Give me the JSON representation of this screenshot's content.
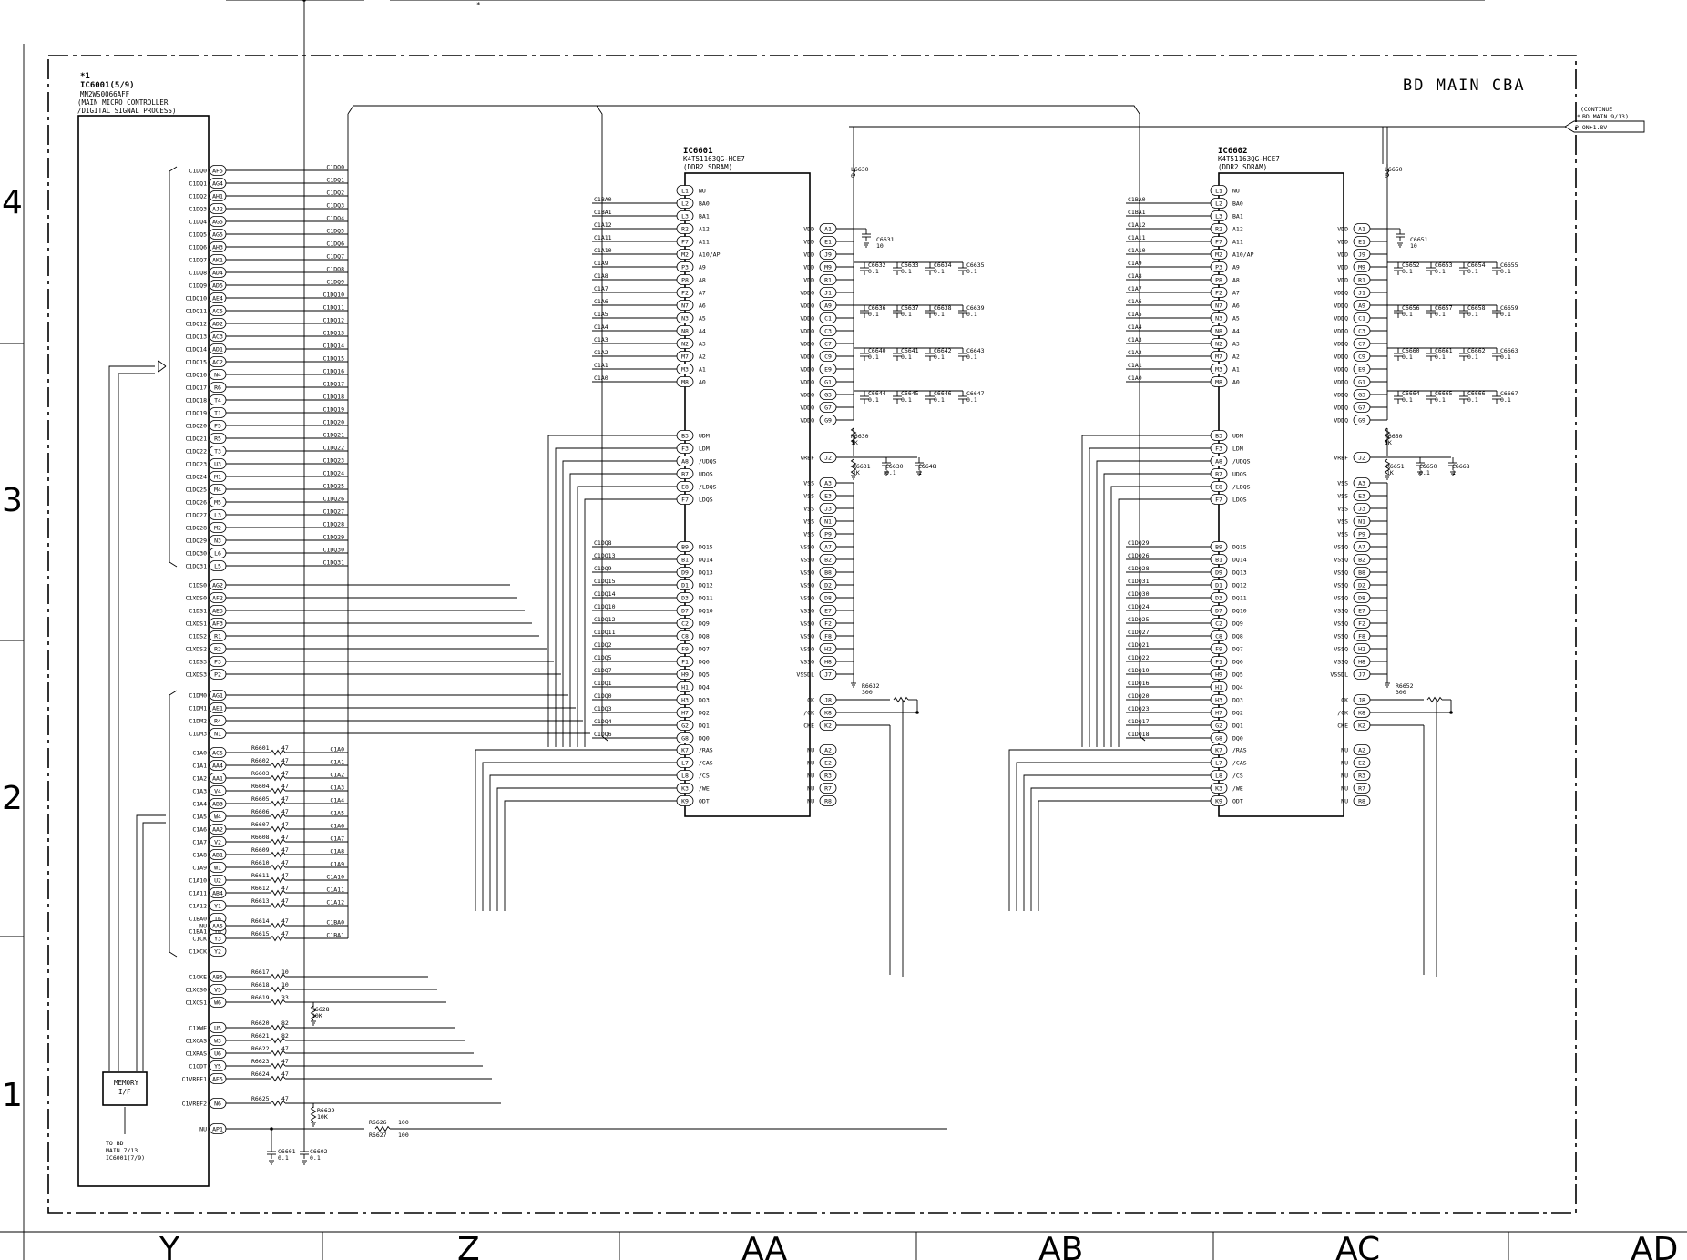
{
  "title": "BD MAIN CBA",
  "star_mark": "*",
  "continue_note": {
    "line1": "(CONTINUE",
    "line2": "BD MAIN 9/13)",
    "marker": "*"
  },
  "power_net": "P-ON+1.8V",
  "ic6001": {
    "note": "*1",
    "ref": "IC6001(5/9)",
    "part": "MN2WS0066AFF",
    "desc1": "(MAIN MICRO CONTROLLER",
    "desc2": "/DIGITAL SIGNAL PROCESS)",
    "pins": [
      {
        "n": "C1DQ0",
        "p": "AF5"
      },
      {
        "n": "C1DQ1",
        "p": "AG4"
      },
      {
        "n": "C1DQ2",
        "p": "AH1"
      },
      {
        "n": "C1DQ3",
        "p": "AJ2"
      },
      {
        "n": "C1DQ4",
        "p": "AG5"
      },
      {
        "n": "C1DQ5",
        "p": "AG5"
      },
      {
        "n": "C1DQ6",
        "p": "AH3"
      },
      {
        "n": "C1DQ7",
        "p": "AK1"
      },
      {
        "n": "C1DQ8",
        "p": "AD4"
      },
      {
        "n": "C1DQ9",
        "p": "AD5"
      },
      {
        "n": "C1DQ10",
        "p": "AE4"
      },
      {
        "n": "C1DQ11",
        "p": "AC5"
      },
      {
        "n": "C1DQ12",
        "p": "AD2"
      },
      {
        "n": "C1DQ13",
        "p": "AC3"
      },
      {
        "n": "C1DQ14",
        "p": "AD1"
      },
      {
        "n": "C1DQ15",
        "p": "AC2"
      },
      {
        "n": "C1DQ16",
        "p": "N4"
      },
      {
        "n": "C1DQ17",
        "p": "R6"
      },
      {
        "n": "C1DQ18",
        "p": "T4"
      },
      {
        "n": "C1DQ19",
        "p": "T1"
      },
      {
        "n": "C1DQ20",
        "p": "P5"
      },
      {
        "n": "C1DQ21",
        "p": "R5"
      },
      {
        "n": "C1DQ22",
        "p": "T3"
      },
      {
        "n": "C1DQ23",
        "p": "U3"
      },
      {
        "n": "C1DQ24",
        "p": "M1"
      },
      {
        "n": "C1DQ25",
        "p": "M4"
      },
      {
        "n": "C1DQ26",
        "p": "M5"
      },
      {
        "n": "C1DQ27",
        "p": "L3"
      },
      {
        "n": "C1DQ28",
        "p": "M2"
      },
      {
        "n": "C1DQ29",
        "p": "N3"
      },
      {
        "n": "C1DQ30",
        "p": "L6"
      },
      {
        "n": "C1DQ31",
        "p": "L5"
      },
      {
        "n": "C1DS0",
        "p": "AG2"
      },
      {
        "n": "C1XDS0",
        "p": "AF2"
      },
      {
        "n": "C1DS1",
        "p": "AE3"
      },
      {
        "n": "C1XDS1",
        "p": "AF3"
      },
      {
        "n": "C1DS2",
        "p": "R1"
      },
      {
        "n": "C1XDS2",
        "p": "R2"
      },
      {
        "n": "C1DS3",
        "p": "P3"
      },
      {
        "n": "C1XDS3",
        "p": "P2"
      },
      {
        "n": "C1DM0",
        "p": "AG1"
      },
      {
        "n": "C1DM1",
        "p": "AE1"
      },
      {
        "n": "C1DM2",
        "p": "R4"
      },
      {
        "n": "C1DM3",
        "p": "N1"
      },
      {
        "n": "C1A0",
        "p": "AC5"
      },
      {
        "n": "C1A1",
        "p": "AA4"
      },
      {
        "n": "C1A2",
        "p": "AA1"
      },
      {
        "n": "C1A3",
        "p": "V4"
      },
      {
        "n": "C1A4",
        "p": "AB3"
      },
      {
        "n": "C1A5",
        "p": "W4"
      },
      {
        "n": "C1A6",
        "p": "AA2"
      },
      {
        "n": "C1A7",
        "p": "V2"
      },
      {
        "n": "C1A8",
        "p": "AB1"
      },
      {
        "n": "C1A9",
        "p": "W1"
      },
      {
        "n": "C1A10",
        "p": "U2"
      },
      {
        "n": "C1A11",
        "p": "AB4"
      },
      {
        "n": "C1A12",
        "p": "Y1"
      },
      {
        "n": "C1BA0",
        "p": "T6"
      },
      {
        "n": "C1BA1",
        "p": "Y6"
      },
      {
        "n": "NU",
        "p": "AA5"
      },
      {
        "n": "C1CK",
        "p": "Y3"
      },
      {
        "n": "C1XCK",
        "p": "Y2"
      },
      {
        "n": "C1CKE",
        "p": "AB5"
      },
      {
        "n": "C1XCS0",
        "p": "V5"
      },
      {
        "n": "C1XCS1",
        "p": "W6"
      },
      {
        "n": "C1XWE",
        "p": "U5"
      },
      {
        "n": "C1XCAS",
        "p": "W3"
      },
      {
        "n": "C1XRAS",
        "p": "U6"
      },
      {
        "n": "C1ODT",
        "p": "Y5"
      },
      {
        "n": "C1VREF1",
        "p": "AE5"
      },
      {
        "n": "C1VREF2",
        "p": "N6"
      },
      {
        "n": "NU",
        "p": "AP1"
      }
    ],
    "memory_if": {
      "line1": "MEMORY",
      "line2": "I/F"
    },
    "to_note": [
      "TO BD",
      "MAIN 7/13",
      "IC6001(7/9)"
    ]
  },
  "dq_nets": [
    "C1DQ0",
    "C1DQ1",
    "C1DQ2",
    "C1DQ3",
    "C1DQ4",
    "C1DQ5",
    "C1DQ6",
    "C1DQ7",
    "C1DQ8",
    "C1DQ9",
    "C1DQ10",
    "C1DQ11",
    "C1DQ12",
    "C1DQ13",
    "C1DQ14",
    "C1DQ15",
    "C1DQ16",
    "C1DQ17",
    "C1DQ18",
    "C1DQ19",
    "C1DQ20",
    "C1DQ21",
    "C1DQ22",
    "C1DQ23",
    "C1DQ24",
    "C1DQ25",
    "C1DQ26",
    "C1DQ27",
    "C1DQ28",
    "C1DQ29",
    "C1DQ30",
    "C1DQ31"
  ],
  "addr_resistors": [
    {
      "r": "R6601",
      "v": "47",
      "net": "C1A0"
    },
    {
      "r": "R6602",
      "v": "47",
      "net": "C1A1"
    },
    {
      "r": "R6603",
      "v": "47",
      "net": "C1A2"
    },
    {
      "r": "R6604",
      "v": "47",
      "net": "C1A3"
    },
    {
      "r": "R6605",
      "v": "47",
      "net": "C1A4"
    },
    {
      "r": "R6606",
      "v": "47",
      "net": "C1A5"
    },
    {
      "r": "R6607",
      "v": "47",
      "net": "C1A6"
    },
    {
      "r": "R6608",
      "v": "47",
      "net": "C1A7"
    },
    {
      "r": "R6609",
      "v": "47",
      "net": "C1A8"
    },
    {
      "r": "R6610",
      "v": "47",
      "net": "C1A9"
    },
    {
      "r": "R6611",
      "v": "47",
      "net": "C1A10"
    },
    {
      "r": "R6612",
      "v": "47",
      "net": "C1A11"
    },
    {
      "r": "R6613",
      "v": "47",
      "net": "C1A12"
    },
    {
      "r": "R6614",
      "v": "47",
      "net": "C1BA0"
    },
    {
      "r": "R6615",
      "v": "47",
      "net": "C1BA1"
    }
  ],
  "ctrl_resistors": [
    {
      "r": "R6617",
      "v": "10"
    },
    {
      "r": "R6618",
      "v": "10"
    },
    {
      "r": "R6619",
      "v": "33"
    },
    {
      "r": "R6620",
      "v": "82"
    },
    {
      "r": "R6621",
      "v": "82"
    },
    {
      "r": "R6622",
      "v": "47"
    },
    {
      "r": "R6623",
      "v": "47"
    },
    {
      "r": "R6624",
      "v": "47"
    },
    {
      "r": "R6625",
      "v": "47"
    }
  ],
  "misc_parts": {
    "r6628": {
      "r": "R6628",
      "v": "10K"
    },
    "r6629": {
      "r": "R6629",
      "v": "10K"
    },
    "r6626": {
      "r": "R6626",
      "v": "100"
    },
    "r6627": {
      "r": "R6627",
      "v": "100"
    },
    "c6601": {
      "r": "C6601",
      "v": "0.1"
    },
    "c6602": {
      "r": "C6602",
      "v": "0.1"
    }
  },
  "dram_left_pins": [
    {
      "n": "NU",
      "p": "L1"
    },
    {
      "n": "BA0",
      "p": "L2"
    },
    {
      "n": "BA1",
      "p": "L3"
    },
    {
      "n": "A12",
      "p": "R2"
    },
    {
      "n": "A11",
      "p": "P7"
    },
    {
      "n": "A10/AP",
      "p": "M2"
    },
    {
      "n": "A9",
      "p": "P3"
    },
    {
      "n": "A8",
      "p": "P8"
    },
    {
      "n": "A7",
      "p": "P2"
    },
    {
      "n": "A6",
      "p": "N7"
    },
    {
      "n": "A5",
      "p": "N3"
    },
    {
      "n": "A4",
      "p": "N8"
    },
    {
      "n": "A3",
      "p": "N2"
    },
    {
      "n": "A2",
      "p": "M7"
    },
    {
      "n": "A1",
      "p": "M3"
    },
    {
      "n": "A0",
      "p": "M8"
    },
    {
      "n": "UDM",
      "p": "B3"
    },
    {
      "n": "LDM",
      "p": "F3"
    },
    {
      "n": "/UDQS",
      "p": "A8"
    },
    {
      "n": "UDQS",
      "p": "B7"
    },
    {
      "n": "/LDQS",
      "p": "E8"
    },
    {
      "n": "LDQS",
      "p": "F7"
    },
    {
      "n": "DQ15",
      "p": "B9"
    },
    {
      "n": "DQ14",
      "p": "B1"
    },
    {
      "n": "DQ13",
      "p": "D9"
    },
    {
      "n": "DQ12",
      "p": "D1"
    },
    {
      "n": "DQ11",
      "p": "D3"
    },
    {
      "n": "DQ10",
      "p": "D7"
    },
    {
      "n": "DQ9",
      "p": "C2"
    },
    {
      "n": "DQ8",
      "p": "C8"
    },
    {
      "n": "DQ7",
      "p": "F9"
    },
    {
      "n": "DQ6",
      "p": "F1"
    },
    {
      "n": "DQ5",
      "p": "H9"
    },
    {
      "n": "DQ4",
      "p": "H1"
    },
    {
      "n": "DQ3",
      "p": "H3"
    },
    {
      "n": "DQ2",
      "p": "H7"
    },
    {
      "n": "DQ1",
      "p": "G2"
    },
    {
      "n": "DQ0",
      "p": "G8"
    },
    {
      "n": "/RAS",
      "p": "K7"
    },
    {
      "n": "/CAS",
      "p": "L7"
    },
    {
      "n": "/CS",
      "p": "L8"
    },
    {
      "n": "/WE",
      "p": "K3"
    },
    {
      "n": "ODT",
      "p": "K9"
    }
  ],
  "dram_right_pins": [
    {
      "n": "VDD",
      "p": "A1"
    },
    {
      "n": "VDD",
      "p": "E1"
    },
    {
      "n": "VDD",
      "p": "J9"
    },
    {
      "n": "VDD",
      "p": "M9"
    },
    {
      "n": "VDD",
      "p": "R1"
    },
    {
      "n": "VDDQ",
      "p": "J1"
    },
    {
      "n": "VDDQ",
      "p": "A9"
    },
    {
      "n": "VDDQ",
      "p": "C1"
    },
    {
      "n": "VDDQ",
      "p": "C3"
    },
    {
      "n": "VDDQ",
      "p": "C7"
    },
    {
      "n": "VDDQ",
      "p": "C9"
    },
    {
      "n": "VDDQ",
      "p": "E9"
    },
    {
      "n": "VDDQ",
      "p": "G1"
    },
    {
      "n": "VDDQ",
      "p": "G3"
    },
    {
      "n": "VDDQ",
      "p": "G7"
    },
    {
      "n": "VDDQ",
      "p": "G9"
    },
    {
      "n": "VREF",
      "p": "J2"
    },
    {
      "n": "VSS",
      "p": "A3"
    },
    {
      "n": "VSS",
      "p": "E3"
    },
    {
      "n": "VSS",
      "p": "J3"
    },
    {
      "n": "VSS",
      "p": "N1"
    },
    {
      "n": "VSS",
      "p": "P9"
    },
    {
      "n": "VSSQ",
      "p": "A7"
    },
    {
      "n": "VSSQ",
      "p": "B2"
    },
    {
      "n": "VSSQ",
      "p": "B8"
    },
    {
      "n": "VSSQ",
      "p": "D2"
    },
    {
      "n": "VSSQ",
      "p": "D8"
    },
    {
      "n": "VSSQ",
      "p": "E7"
    },
    {
      "n": "VSSQ",
      "p": "F2"
    },
    {
      "n": "VSSQ",
      "p": "F8"
    },
    {
      "n": "VSSQ",
      "p": "H2"
    },
    {
      "n": "VSSQ",
      "p": "H8"
    },
    {
      "n": "VSSDL",
      "p": "J7"
    },
    {
      "n": "CK",
      "p": "J8"
    },
    {
      "n": "/CK",
      "p": "K8"
    },
    {
      "n": "CKE",
      "p": "K2"
    },
    {
      "n": "NU",
      "p": "A2"
    },
    {
      "n": "NU",
      "p": "E2"
    },
    {
      "n": "NU",
      "p": "R3"
    },
    {
      "n": "NU",
      "p": "R7"
    },
    {
      "n": "NU",
      "p": "R8"
    }
  ],
  "ic6601": {
    "ref": "IC6601",
    "part": "K4T51163QG-HCE7",
    "type": "(DDR2 SDRAM)",
    "left_nets": [
      "C1BA0",
      "C1BA1",
      "C1A12",
      "C1A11",
      "C1A10",
      "C1A9",
      "C1A8",
      "C1A7",
      "C1A6",
      "C1A5",
      "C1A4",
      "C1A3",
      "C1A2",
      "C1A1",
      "C1A0"
    ],
    "dq_nets": [
      "C1DQ8",
      "C1DQ13",
      "C1DQ9",
      "C1DQ15",
      "C1DQ14",
      "C1DQ10",
      "C1DQ12",
      "C1DQ11",
      "C1DQ2",
      "C1DQ5",
      "C1DQ7",
      "C1DQ1",
      "C1DQ0",
      "C1DQ3",
      "C1DQ4",
      "C1DQ6"
    ],
    "coil": {
      "r": "L6630",
      "v": "0"
    },
    "c_top": {
      "r": "C6631",
      "v": "10"
    },
    "caps": [
      [
        "C6632",
        "C6633",
        "C6634",
        "C6635"
      ],
      [
        "C6636",
        "C6637",
        "C6638",
        "C6639"
      ],
      [
        "C6640",
        "C6641",
        "C6642",
        "C6643"
      ],
      [
        "C6644",
        "C6645",
        "C6646",
        "C6647"
      ]
    ],
    "cap_val": "0.1",
    "vref_r1": {
      "r": "R6630",
      "v": "1K"
    },
    "vref_r2": {
      "r": "R6631",
      "v": "1K"
    },
    "vref_c1": {
      "r": "C6630",
      "v": "0.1"
    },
    "vref_c2": {
      "r": "C6648",
      "v": "1"
    },
    "ck_r": {
      "r": "R6632",
      "v": "300"
    }
  },
  "ic6602": {
    "ref": "IC6602",
    "part": "K4T51163QG-HCE7",
    "type": "(DDR2 SDRAM)",
    "left_nets": [
      "C1BA0",
      "C1BA1",
      "C1A12",
      "C1A11",
      "C1A10",
      "C1A9",
      "C1A8",
      "C1A7",
      "C1A6",
      "C1A5",
      "C1A4",
      "C1A3",
      "C1A2",
      "C1A1",
      "C1A0"
    ],
    "dq_nets": [
      "C1DQ29",
      "C1DQ26",
      "C1DQ28",
      "C1DQ31",
      "C1DQ30",
      "C1DQ24",
      "C1DQ25",
      "C1DQ27",
      "C1DQ21",
      "C1DQ22",
      "C1DQ19",
      "C1DQ16",
      "C1DQ20",
      "C1DQ23",
      "C1DQ17",
      "C1DQ18"
    ],
    "coil": {
      "r": "L6650",
      "v": "0"
    },
    "c_top": {
      "r": "C6651",
      "v": "10"
    },
    "caps": [
      [
        "C6652",
        "C6653",
        "C6654",
        "C6655"
      ],
      [
        "C6656",
        "C6657",
        "C6658",
        "C6659"
      ],
      [
        "C6660",
        "C6661",
        "C6662",
        "C6663"
      ],
      [
        "C6664",
        "C6665",
        "C6666",
        "C6667"
      ]
    ],
    "cap_val": "0.1",
    "vref_r1": {
      "r": "R6650",
      "v": "1K"
    },
    "vref_r2": {
      "r": "R6651",
      "v": "1K"
    },
    "vref_c1": {
      "r": "C6650",
      "v": "0.1"
    },
    "vref_c2": {
      "r": "C6668",
      "v": "1"
    },
    "ck_r": {
      "r": "R6652",
      "v": "300"
    }
  },
  "row_labels": [
    "4",
    "3",
    "2",
    "1"
  ],
  "col_labels": [
    "Y",
    "Z",
    "AA",
    "AB",
    "AC",
    "AD"
  ]
}
